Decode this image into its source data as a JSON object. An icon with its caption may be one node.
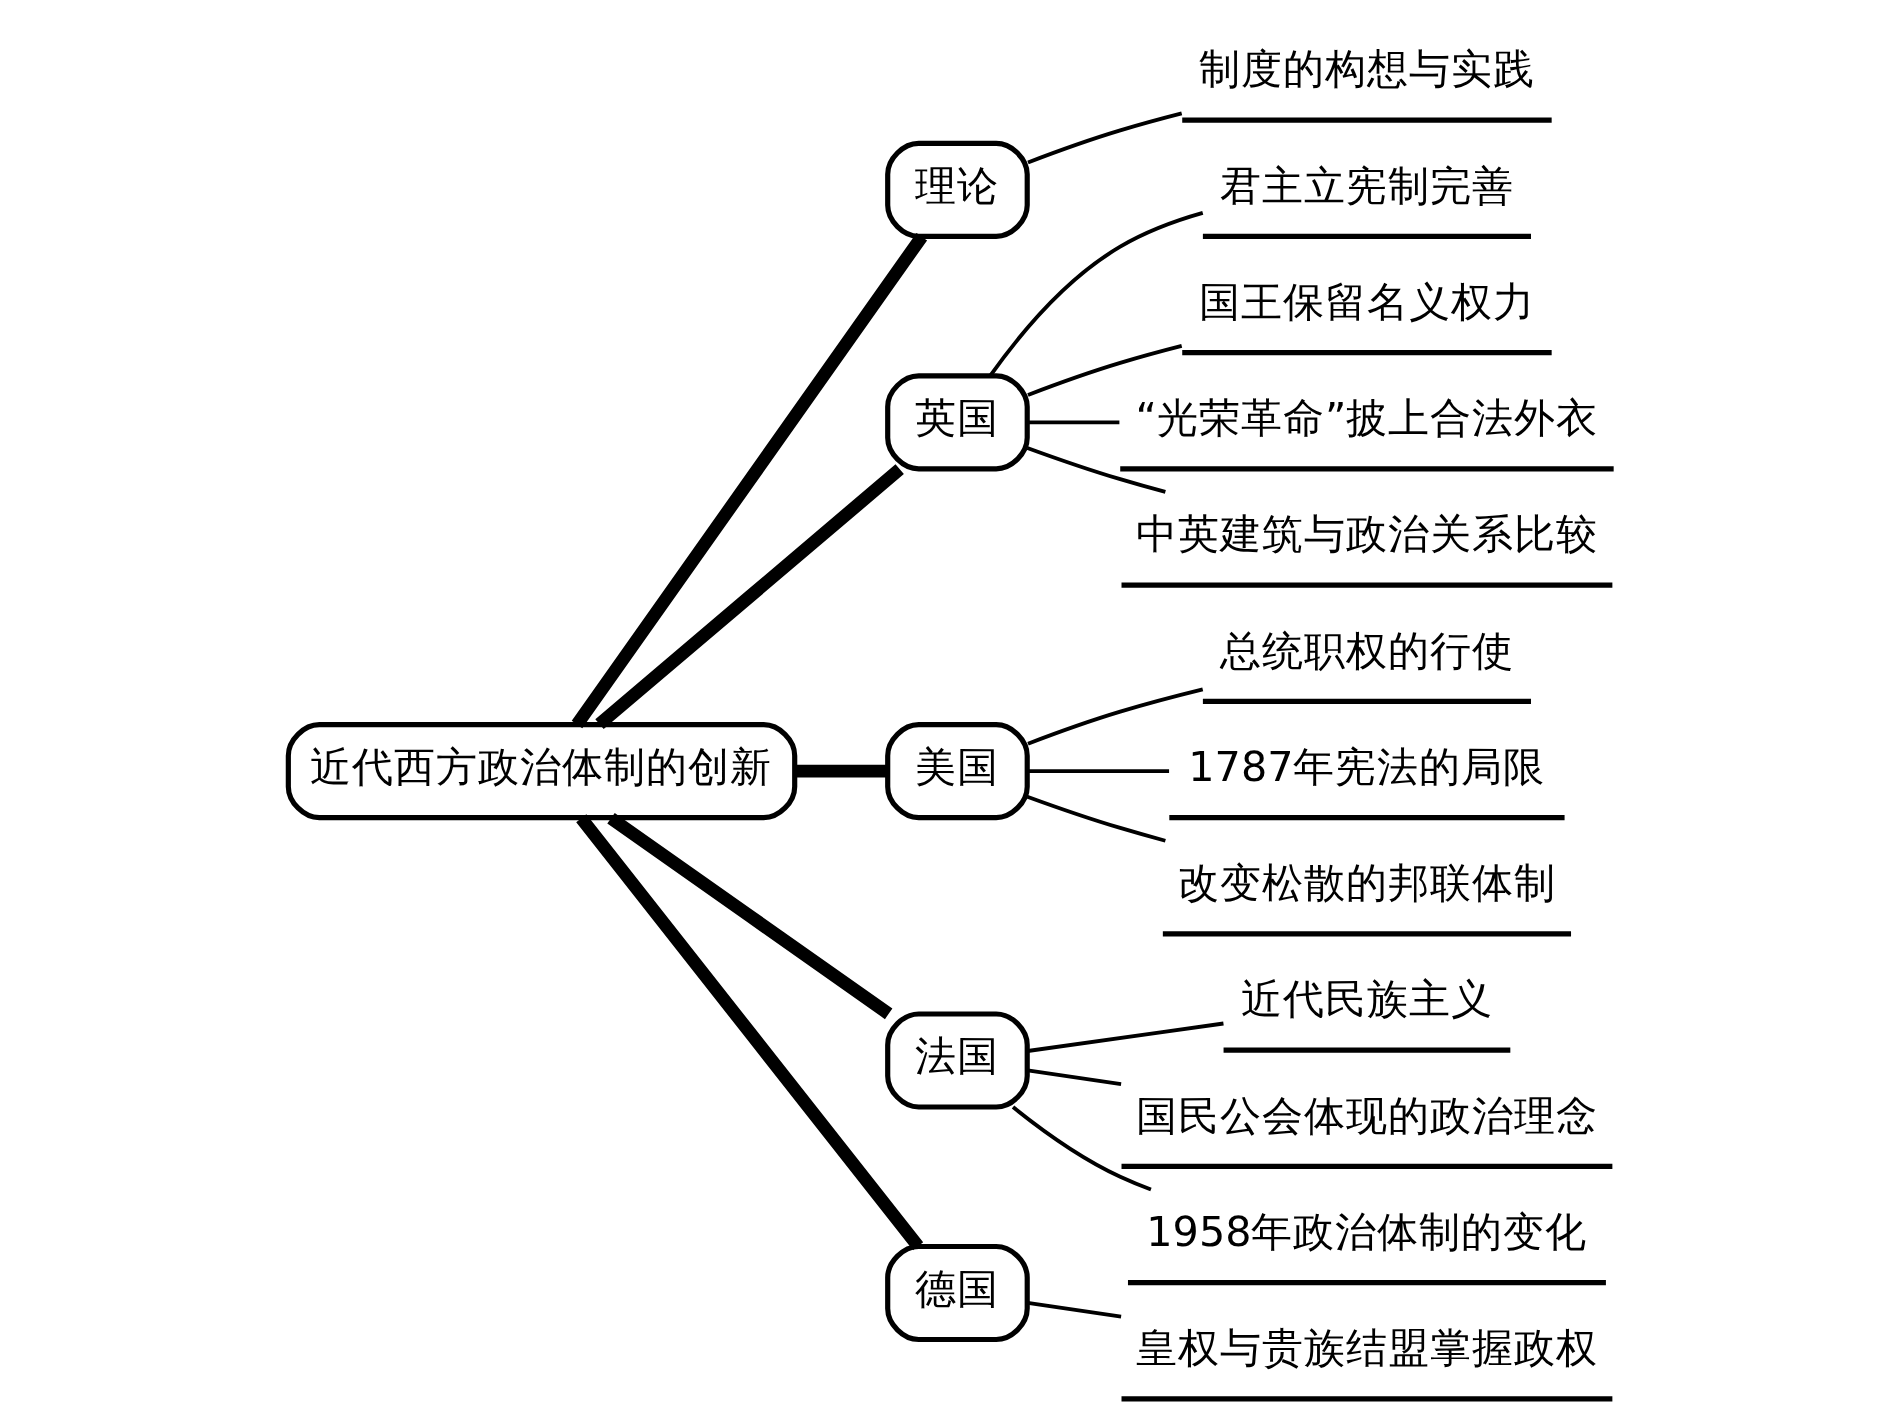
{
  "diagram": {
    "nodes": [
      {
        "text": [
          "近代西方政治体制的创新"
        ]
      },
      {
        "text": [
          "理论"
        ]
      },
      {
        "text": [
          "制度的构想与实践"
        ]
      },
      {
        "text": [
          "英国"
        ]
      },
      {
        "text": [
          "君主立宪制完善"
        ]
      },
      {
        "text": [
          "国王保留名义权力"
        ]
      },
      {
        "text": [
          "“光荣革命”披上合法外衣"
        ]
      },
      {
        "text": [
          "中英建筑与政治关系比较"
        ]
      },
      {
        "text": [
          "美国"
        ]
      },
      {
        "text": [
          "总统职权的行使"
        ]
      },
      {
        "text": [
          "1787年宪法的局限"
        ]
      },
      {
        "text": [
          "改变松散的邦联体制"
        ]
      },
      {
        "text": [
          "法国"
        ]
      },
      {
        "text": [
          "近代民族主义"
        ]
      },
      {
        "text": [
          "国民公会体现的政治理念"
        ]
      },
      {
        "text": [
          "1958年政治体制的变化"
        ]
      },
      {
        "text": [
          "德国"
        ]
      },
      {
        "text": [
          "皇权与贵族结盟掌握政权"
        ]
      }
    ],
    "edges": [
      {
        "from": 0,
        "to": 1,
        "arrow": "none",
        "style": "thick"
      },
      {
        "from": 1,
        "to": 2,
        "arrow": "none"
      },
      {
        "from": 0,
        "to": 3,
        "arrow": "none",
        "style": "thick"
      },
      {
        "from": 3,
        "to": 4,
        "arrow": "none"
      },
      {
        "from": 3,
        "to": 5,
        "arrow": "none"
      },
      {
        "from": 3,
        "to": 6,
        "arrow": "none"
      },
      {
        "from": 3,
        "to": 7,
        "arrow": "none"
      },
      {
        "from": 0,
        "to": 8,
        "arrow": "none",
        "style": "thick"
      },
      {
        "from": 8,
        "to": 9,
        "arrow": "none"
      },
      {
        "from": 8,
        "to": 10,
        "arrow": "none"
      },
      {
        "from": 8,
        "to": 11,
        "arrow": "none"
      },
      {
        "from": 0,
        "to": 12,
        "arrow": "none",
        "style": "thick"
      },
      {
        "from": 12,
        "to": 13,
        "arrow": "none"
      },
      {
        "from": 12,
        "to": 14,
        "arrow": "none"
      },
      {
        "from": 12,
        "to": 15,
        "arrow": "none"
      },
      {
        "from": 0,
        "to": 16,
        "arrow": "none",
        "style": "thick"
      },
      {
        "from": 16,
        "to": 17,
        "arrow": "none"
      }
    ]
  }
}
